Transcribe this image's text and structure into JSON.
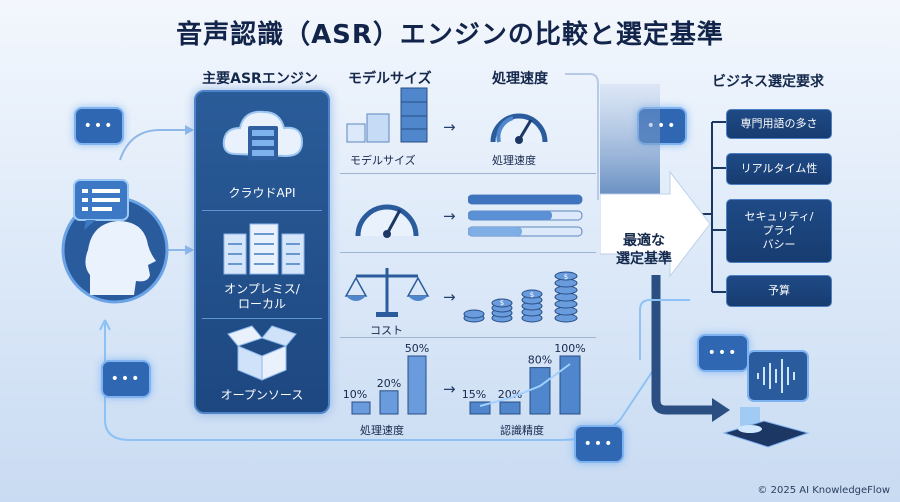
{
  "title": "音声認識（ASR）エンジンの比較と選定基準",
  "engines": {
    "header": "主要ASRエンジン",
    "items": [
      "クラウドAPI",
      "オンプレミス/\nローカル",
      "オープンソース"
    ]
  },
  "headers": {
    "model_size": "モデルサイズ",
    "speed": "処理速度"
  },
  "rows": {
    "model_size_label": "モデルサイズ",
    "speed_label": "処理速度",
    "cost_label": "コスト",
    "bottom_speed_label": "処理速度",
    "accuracy_label": "認識精度"
  },
  "bar_groups": {
    "speed": {
      "values": [
        10,
        20,
        50
      ],
      "labels": [
        "10%",
        "20%",
        "50%"
      ]
    },
    "accuracy": {
      "values": [
        15,
        20,
        80,
        100
      ],
      "labels": [
        "15%",
        "20%",
        "80%",
        "100%"
      ]
    }
  },
  "center_arrow": "最適な\n選定基準",
  "requirements": {
    "header": "ビジネス選定要求",
    "items": [
      "専門用語の多さ",
      "リアルタイム性",
      "セキュリティ/\nプライ\nバシー",
      "予算"
    ]
  },
  "bubble_text": "•••",
  "arrow_glyph": "→",
  "copyright": "© 2025 AI KnowledgeFlow",
  "colors": {
    "panel": "#1d4780",
    "accent": "#2f67b2",
    "glow": "#7fb2f0"
  }
}
